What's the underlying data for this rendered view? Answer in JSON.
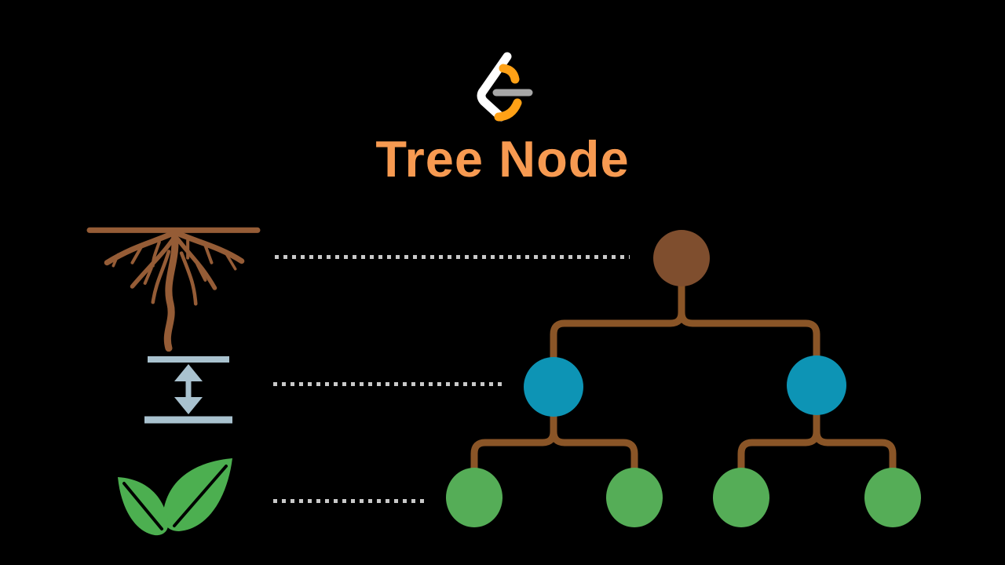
{
  "colors": {
    "background": "#000000",
    "title_orange": "#F79A51",
    "logo_white": "#FFFFFF",
    "logo_orange": "#FFA116",
    "logo_gray": "#A7A7A7",
    "roots_brown": "#955C36",
    "height_blue_gray": "#A9C2CF",
    "leaf_green": "#4CAF50",
    "leaf_vein_black": "#000000",
    "dotted_gray": "#C9C9C9",
    "node_root_brown": "#7F4E2E",
    "node_internal_teal": "#0D94B5",
    "node_leaf_green": "#55AD57",
    "connector_brown": "#8A5527"
  },
  "header": {
    "logo_name": "leetcode-logo",
    "title": "Tree Node"
  },
  "legend": {
    "items": [
      {
        "icon": "tree-roots-icon"
      },
      {
        "icon": "height-double-arrow-icon"
      },
      {
        "icon": "leaf-icon"
      }
    ]
  },
  "diagram": {
    "type": "tree",
    "levels": [
      {
        "level": 0,
        "node_count": 1,
        "node_color": "#7F4E2E"
      },
      {
        "level": 1,
        "node_count": 2,
        "node_color": "#0D94B5"
      },
      {
        "level": 2,
        "node_count": 4,
        "node_color": "#55AD57"
      }
    ]
  }
}
